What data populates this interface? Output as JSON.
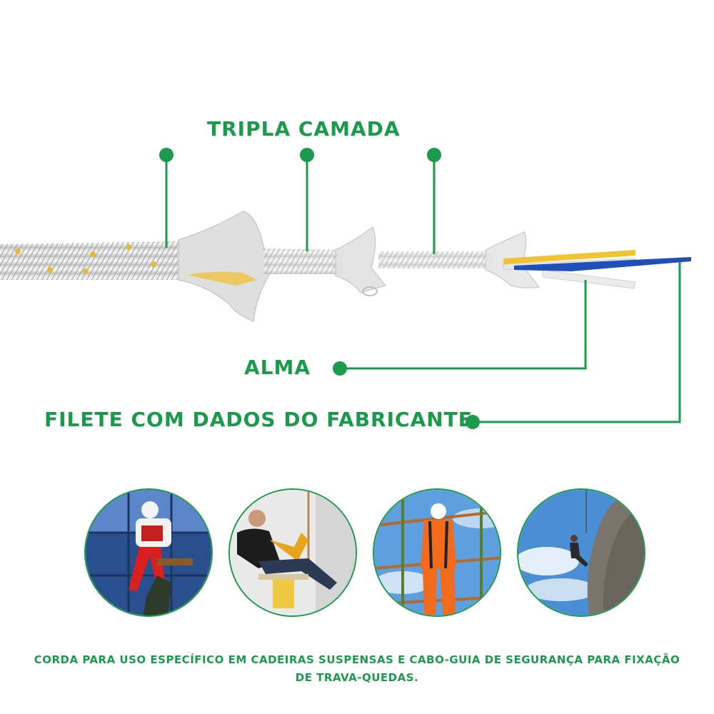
{
  "labels": {
    "tripla_camada": "TRIPLA CAMADA",
    "alma": "ALMA",
    "filete": "FILETE COM DADOS DO FABRICANTE"
  },
  "caption": "CORDA PARA USO ESPECÍFICO EM CADEIRAS SUSPENSAS E CABO-GUIA DE SEGURANÇA PARA FIXAÇÃO DE TRAVA-QUEDAS.",
  "colors": {
    "accent": "#1a9b4b",
    "core_yellow": "#f2c230",
    "core_blue": "#1f4fb8"
  },
  "photos": [
    "window-worker-photo",
    "suspended-chair-photo",
    "scaffold-worker-photo",
    "rock-climber-photo"
  ]
}
